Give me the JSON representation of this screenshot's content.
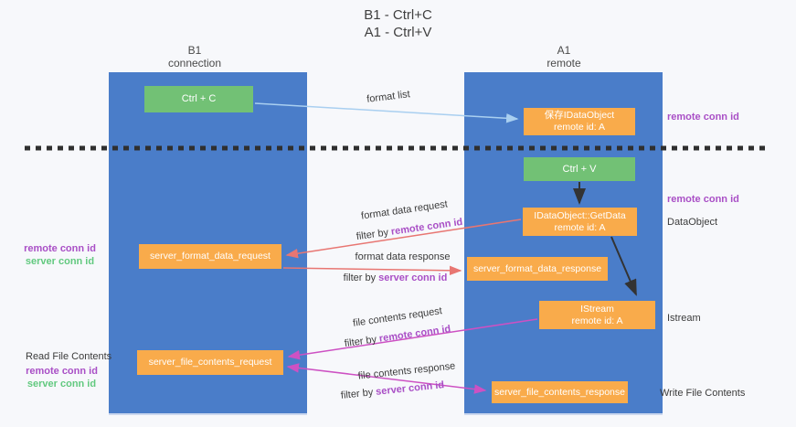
{
  "title": {
    "line1": "B1 - Ctrl+C",
    "line2": "A1 - Ctrl+V"
  },
  "lanes": {
    "left": {
      "name": "B1",
      "role": "connection"
    },
    "right": {
      "name": "A1",
      "role": "remote"
    }
  },
  "boxes": {
    "ctrl_c": {
      "label": "Ctrl + C"
    },
    "ctrl_v": {
      "label": "Ctrl + V"
    },
    "save_dataobject": {
      "line1": "保存IDataObject",
      "line2": "remote id: A"
    },
    "getdata": {
      "line1": "IDataObject::GetData",
      "line2": "remote id: A"
    },
    "istream": {
      "line1": "IStream",
      "line2": "remote id: A"
    },
    "server_format_data_request": {
      "label": "server_format_data_request"
    },
    "server_format_data_response": {
      "label": "server_format_data_response"
    },
    "server_file_contents_request": {
      "label": "server_file_contents_request"
    },
    "server_file_contents_response": {
      "label": "server_file_contents_response"
    }
  },
  "flow": {
    "format_list": "format list",
    "format_data_request": "format data request",
    "format_data_response": "format data response",
    "file_contents_request": "file contents request",
    "file_contents_response": "file contents response",
    "filter_by": "filter by",
    "remote_conn_id": "remote conn id",
    "server_conn_id": "server conn id"
  },
  "side_labels": {
    "right_remote_conn_id_top": "remote conn id",
    "right_remote_conn_id_mid": "remote conn id",
    "dataobject": "DataObject",
    "istream": "Istream",
    "write_file_contents": "Write File Contents",
    "read_file_contents": "Read File Contents",
    "left_remote_conn_id_1": "remote conn id",
    "left_server_conn_id_1": "server conn id",
    "left_remote_conn_id_2": "remote conn id",
    "left_server_conn_id_2": "server conn id"
  },
  "colors": {
    "lane_blue": "#4a7dc9",
    "box_orange": "#f9ab4b",
    "box_green": "#72c175",
    "purple_text": "#a94fc6",
    "green_text": "#62c97f",
    "arrow_salmon": "#e87672",
    "arrow_magenta": "#cd51c3",
    "arrow_lightblue": "#a9cff0",
    "arrow_black": "#333333"
  }
}
